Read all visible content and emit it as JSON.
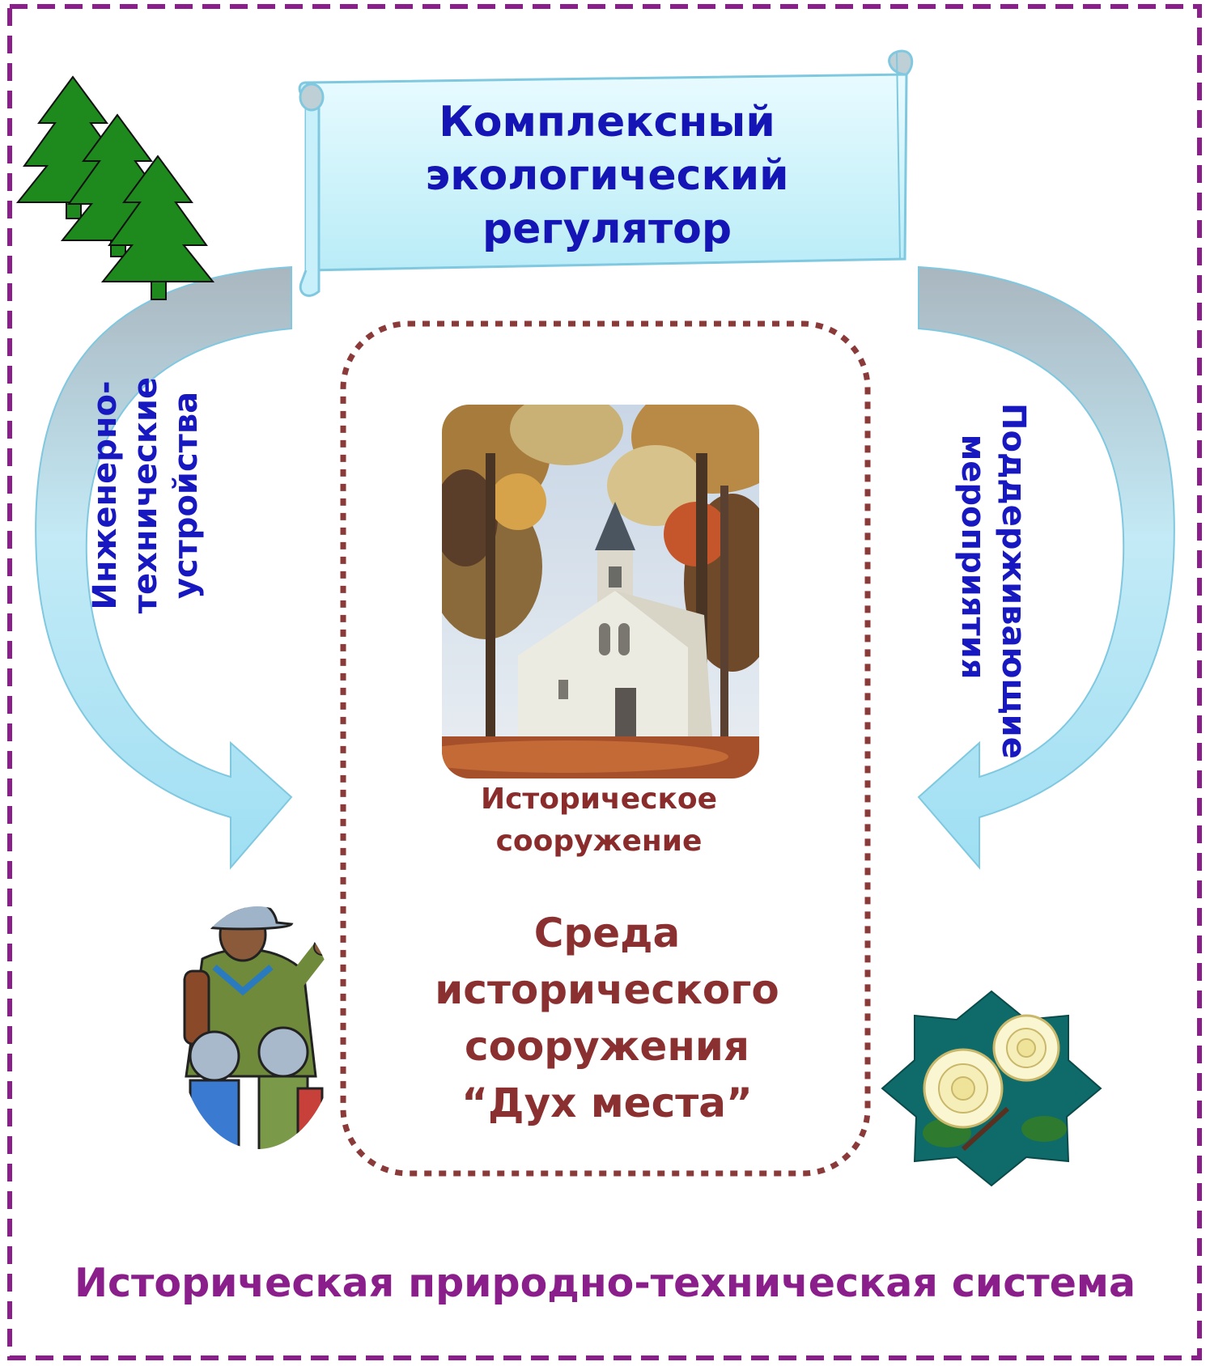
{
  "banner": {
    "line1": "Комплексный",
    "line2": "экологический",
    "line3": "регулятор"
  },
  "left_arrow_label": {
    "line1": "Инженерно-",
    "line2": "технические",
    "line3": "устройства"
  },
  "right_arrow_label": {
    "line1": "Поддерживающие",
    "line2": "мероприятия"
  },
  "photo_caption": {
    "line1": "Историческое",
    "line2": "сооружение"
  },
  "environment": {
    "line1": "Среда",
    "line2": "исторического",
    "line3": "сооружения",
    "line4": "“Дух места”"
  },
  "system_title": "Историческая природно-техническая система",
  "colors": {
    "outer_border": "#8a1e8a",
    "inner_border": "#8b3a3a",
    "banner_text": "#1515b5",
    "arrow_label_text": "#1818c0",
    "environment_text": "#8b3030",
    "tree_green": "#1e8a1e"
  },
  "icons": [
    "fir-trees-icon",
    "church-painting",
    "guide-with-children-icon",
    "white-roses-icon"
  ]
}
